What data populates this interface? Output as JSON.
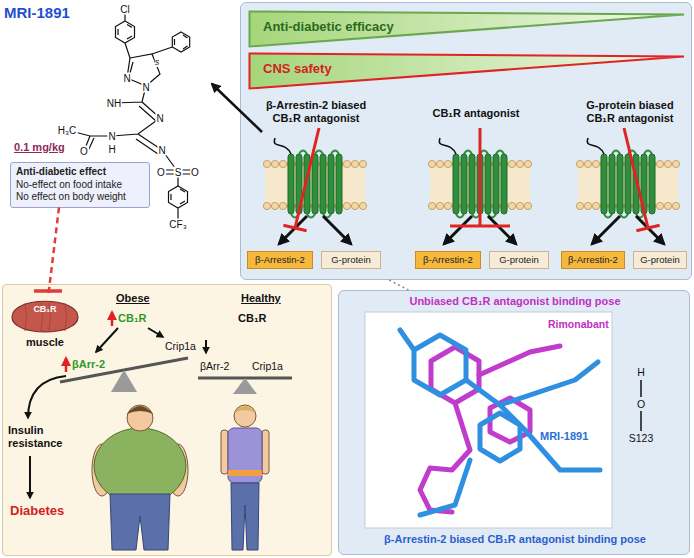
{
  "diagram": {
    "nodes": [
      {
        "text": [
          "Anti-diabetic effect",
          "No-effect on food intake",
          "No effect on body weight"
        ]
      },
      {
        "text": [
          "β-Arrestin-2 biased CB₁R antagonist",
          "CB₁R antagonist",
          "G-protein biased CB₁R antagonist"
        ]
      },
      {
        "text": [
          "Anti-diabetic efficacy"
        ],
        "in": 1
      },
      {
        "text": [
          "CNS safety"
        ],
        "in": 1
      },
      {
        "text": [
          "β-Arrestin-2"
        ],
        "in": 1
      },
      {
        "text": [
          "G-protein"
        ],
        "in": 1
      },
      {
        "text": [
          "β-Arrestin-2"
        ],
        "in": 1
      },
      {
        "text": [
          "G-protein"
        ],
        "in": 1
      },
      {
        "text": [
          "β-Arrestin-2"
        ],
        "in": 1
      },
      {
        "text": [
          "G-protein"
        ],
        "in": 1
      },
      {
        "text": [
          "Obese",
          "Healthy"
        ]
      },
      {
        "text": [
          "CB₁R",
          "muscle"
        ],
        "in": 10
      },
      {
        "text": [
          "Unbiased CB₁R antagonist binding pose",
          "β-Arrestin-2 biased CB₁R antagonist binding pose"
        ]
      }
    ],
    "edges": [
      {
        "from": 0,
        "to": 11,
        "arrow": "none"
      },
      {
        "from": 1,
        "to": 12,
        "arrow": "none"
      }
    ],
    "labels": [
      "MRI-1891",
      "Cl",
      "s",
      "N",
      "N",
      "NH",
      "N",
      "H₃C",
      "N",
      "H",
      "O",
      "N",
      "S",
      "O",
      "O",
      "CF₃",
      "0.1 mg/kg",
      "CB₁R",
      "Crip1a",
      "βArr-2",
      "CB₁R",
      "βArr-2",
      "Crip1a",
      "Insulin resistance",
      "Diabetes",
      "Rimonabant",
      "MRI-1891",
      "H",
      "O",
      "S123"
    ]
  }
}
